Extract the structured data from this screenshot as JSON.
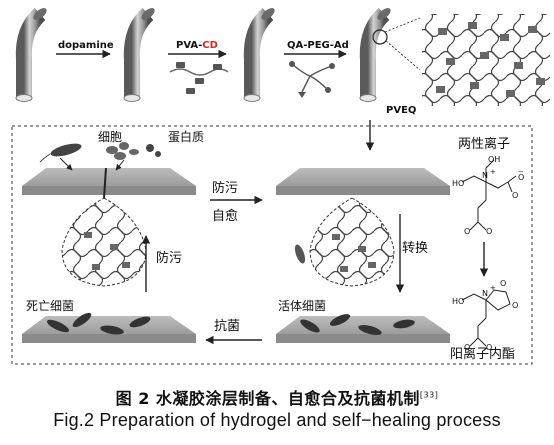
{
  "top_row": {
    "step1_label": "dopamine",
    "step2_label_prefix": "PVA-",
    "step2_label_suffix": "CD",
    "step3_label": "QA-PEG-Ad",
    "product_label": "PVEQ"
  },
  "panel": {
    "cell_label": "细胞",
    "protein_label": "蛋白质",
    "antifouling_right": "防污",
    "self_healing": "自愈",
    "antifouling_up": "防污",
    "conversion": "转换",
    "dead_bacteria": "死亡细菌",
    "live_bacteria": "活体细菌",
    "antibacterial": "抗菌",
    "zwitterion": "两性离子",
    "cationic_lactone": "阳离子内酯"
  },
  "caption": {
    "cn_text": "图 2  水凝胶涂层制备、自愈合及抗菌机制",
    "cn_ref": "[33]",
    "en_text": "Fig.2  Preparation of hydrogel and self−healing process"
  },
  "colors": {
    "accent_red": "#d42a1e",
    "tube_dark": "#5e5e5e",
    "tube_light": "#c6c6c6",
    "plate_gray": "#9a9a9a"
  }
}
